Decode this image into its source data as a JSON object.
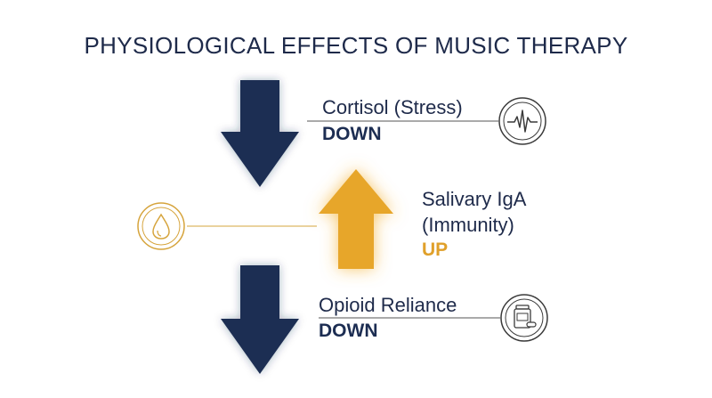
{
  "title": "PHYSIOLOGICAL EFFECTS OF MUSIC THERAPY",
  "colors": {
    "navy": "#1c2d52",
    "gold": "#e7a62c",
    "text": "#1e2a4a",
    "icon": "#3a3a3a"
  },
  "effects": [
    {
      "label": "Cortisol (Stress)",
      "status": "DOWN",
      "direction": "down",
      "icon": "heartbeat-icon"
    },
    {
      "label_line1": "Salivary IgA",
      "label_line2": "(Immunity)",
      "status": "UP",
      "direction": "up",
      "icon": "droplet-icon"
    },
    {
      "label": "Opioid Reliance",
      "status": "DOWN",
      "direction": "down",
      "icon": "pill-bottle-icon"
    }
  ]
}
